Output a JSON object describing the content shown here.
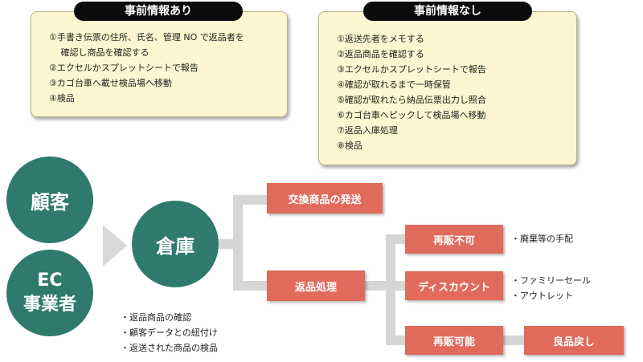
{
  "panel_with_info": {
    "title": "事前情報あり",
    "items": [
      "①手書き伝票の住所、氏名、管理 NO で返品者を",
      "　 確認し商品を確認する",
      "②エクセルかスプレットシートで報告",
      "③カゴ台車へ載せ検品場へ移動",
      "④検品"
    ]
  },
  "panel_without_info": {
    "title": "事前情報なし",
    "items": [
      "①返送先者をメモする",
      "②返品商品を確認する",
      "③エクセルかスプレットシートで報告",
      "④確認が取れるまで一時保管",
      "⑤確認が取れたら納品伝票出力し照合",
      "⑥カゴ台車へピックして検品場へ移動",
      "⑦返品入庫処理",
      "⑧検品"
    ]
  },
  "nodes": {
    "customer": "顧客",
    "ec_business": "EC\n事業者",
    "warehouse": "倉庫",
    "exchange_shipping": "交換商品の発送",
    "return_processing": "返品処理",
    "not_resellable": "再販不可",
    "discount": "ディスカウント",
    "resellable": "再販可能",
    "restock": "良品戻し"
  },
  "warehouse_notes": [
    "・返品商品の確認",
    "・顧客データとの紐付け",
    "・返送された商品の検品"
  ],
  "not_resellable_notes": [
    "・廃棄等の手配"
  ],
  "discount_notes": [
    "・ファミリーセール",
    "・アウトレット"
  ],
  "colors": {
    "circle": "#2f7a6d",
    "box": "#e06a5c",
    "panel_bg": "#fdf6d0",
    "connector": "#d6d6d6"
  }
}
